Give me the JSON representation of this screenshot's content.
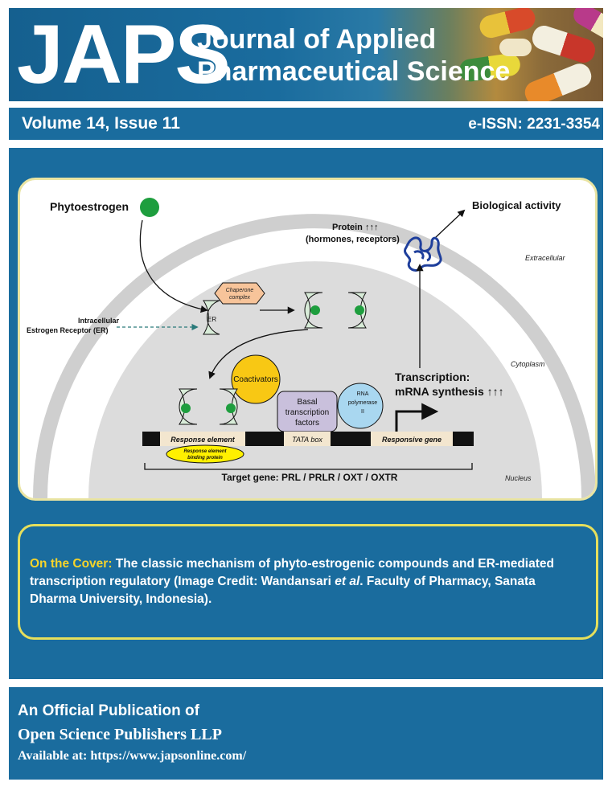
{
  "masthead": {
    "logo": "JAPS",
    "title_line1": "Journal of Applied",
    "title_line2": "Pharmaceutical Science",
    "brand_blue": "#1a6c9e"
  },
  "issue_bar": {
    "volume": "Volume 14, Issue 11",
    "issn": "e-ISSN: 2231-3354"
  },
  "figure": {
    "phytoestrogen": "Phytoestrogen",
    "protein_line1": "Protein ↑↑↑",
    "protein_line2": "(hormones, receptors)",
    "biological_activity": "Biological activity",
    "extracellular": "Extracellular",
    "chaperone_line1": "Chaperone",
    "chaperone_line2": "complex",
    "er": "ER",
    "intracellular_line1": "Intracellular",
    "intracellular_line2": "Estrogen Receptor (ER)",
    "cytoplasm": "Cytoplasm",
    "coactivators": "Coactivators",
    "basal_line1": "Basal",
    "basal_line2": "transcription",
    "basal_line3": "factors",
    "rna_line1": "RNA",
    "rna_line2": "polymerase",
    "rna_line3": "II",
    "transcription_line1": "Transcription:",
    "transcription_line2": "mRNA synthesis ↑↑↑",
    "response_element": "Response element",
    "tata_box": "TATA box",
    "responsive_gene": "Responsive gene",
    "rebp_line1": "Response element",
    "rebp_line2": "binding protein",
    "target_gene": "Target gene: PRL / PRLR / OXT / OXTR",
    "nucleus": "Nucleus",
    "colors": {
      "ligand": "#1e9e3e",
      "receptor": "#d8ecd8",
      "chaperone": "#f7c49a",
      "coactivator": "#f8c814",
      "basal": "#c9c0dc",
      "rna_pol": "#a9d7f0",
      "rebp": "#fff000",
      "protein": "#1f3f9c"
    }
  },
  "caption": {
    "label": "On the Cover:",
    "pre": " The classic mechanism of phyto-estrogenic compounds and ER-mediated transcription regulatory (Image Credit: Wandansari ",
    "etal": "et al",
    "post": ". Faculty of Pharmacy, Sanata Dharma University, Indonesia)."
  },
  "footer": {
    "line1": "An Official Publication of",
    "line2": "Open Science Publishers LLP",
    "line3": "Available at: https://www.japsonline.com/"
  }
}
